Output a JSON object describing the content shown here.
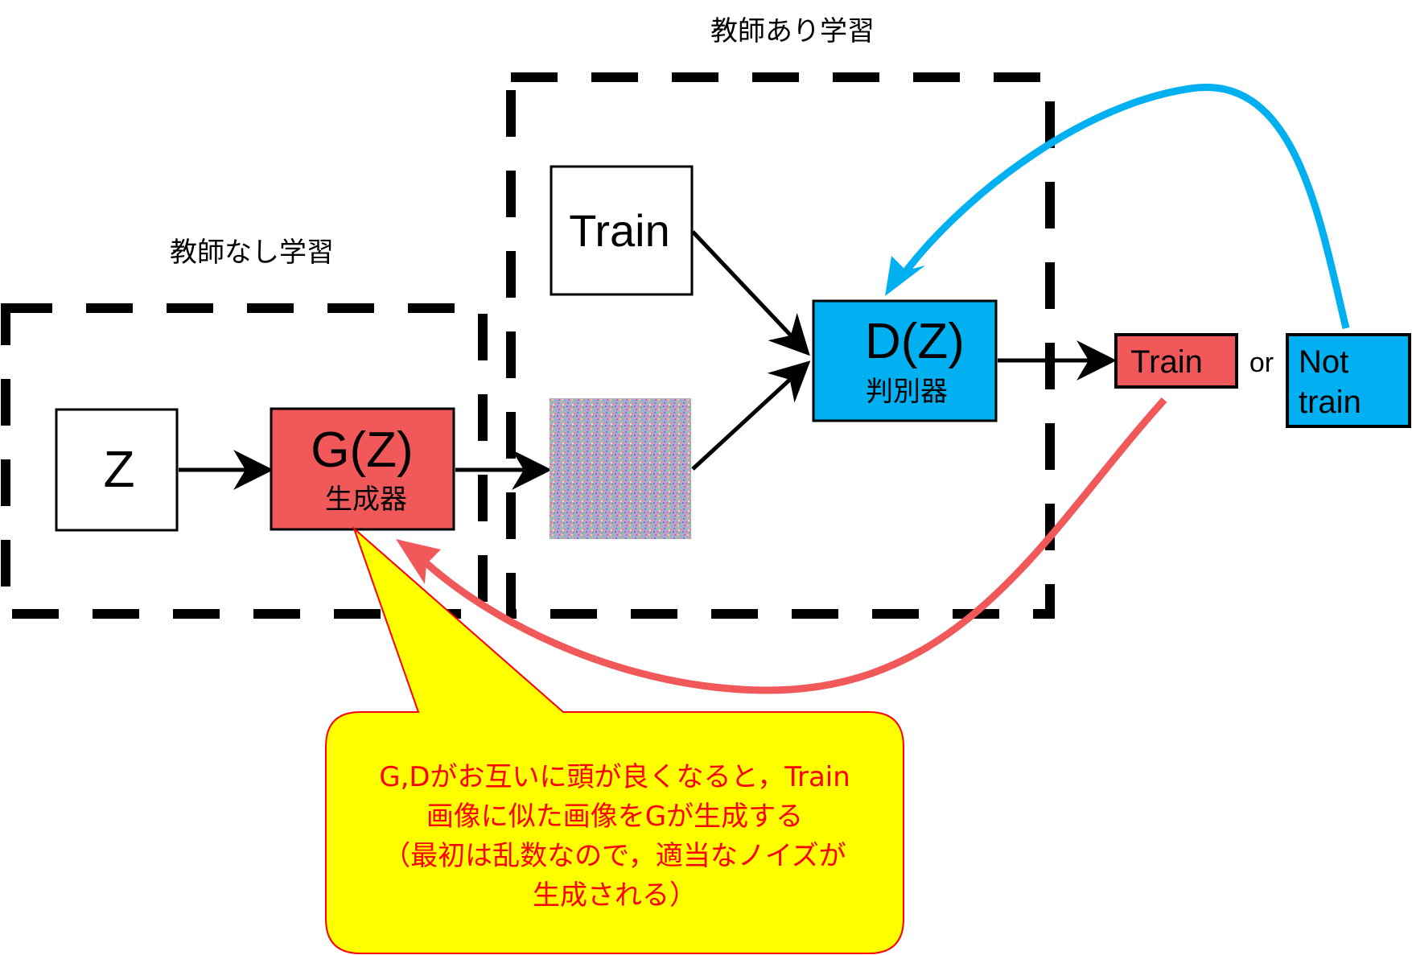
{
  "labels": {
    "supervised": "教師あり学習",
    "unsupervised": "教師なし学習"
  },
  "nodes": {
    "z": {
      "title": "Z"
    },
    "generator": {
      "title": "G(Z)",
      "subtitle": "生成器"
    },
    "train_input": {
      "title": "Train"
    },
    "discriminator": {
      "title": "D(Z)",
      "subtitle": "判別器"
    },
    "result_train": {
      "title": "Train"
    },
    "or_text": "or",
    "result_not_train": {
      "line1": "Not",
      "line2": "train"
    }
  },
  "callout": {
    "lines": [
      "G,Dがお互いに頭が良くなると，Train",
      "画像に似た画像をGが生成する",
      "（最初は乱数なので，適当なノイズが",
      "生成される）"
    ]
  },
  "colors": {
    "generator_fill": "#f0585a",
    "discriminator_fill": "#00b0f0",
    "red_arrow": "#f0585a",
    "blue_arrow": "#00b0f0",
    "callout_fill": "#ffff00",
    "callout_stroke": "#ff0000",
    "callout_text": "#ff0000",
    "dash": "#000000"
  },
  "icons": {
    "noise_image": "random-noise-image"
  }
}
